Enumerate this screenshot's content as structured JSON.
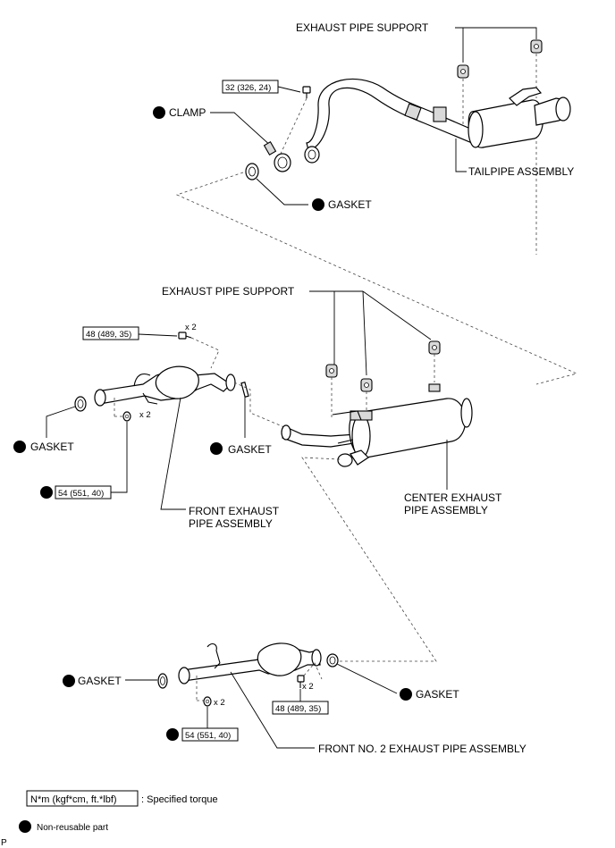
{
  "labels": {
    "exhaust_pipe_support_top": "EXHAUST PIPE SUPPORT",
    "clamp": "CLAMP",
    "tailpipe_assembly": "TAILPIPE ASSEMBLY",
    "gasket_top": "GASKET",
    "exhaust_pipe_support_mid": "EXHAUST PIPE SUPPORT",
    "gasket_left": "GASKET",
    "gasket_center": "GASKET",
    "front_exhaust_pipe_assembly_1": "FRONT EXHAUST",
    "front_exhaust_pipe_assembly_2": "PIPE ASSEMBLY",
    "center_exhaust_pipe_assembly_1": "CENTER EXHAUST",
    "center_exhaust_pipe_assembly_2": "PIPE ASSEMBLY",
    "gasket_bottom_left": "GASKET",
    "gasket_bottom_right": "GASKET",
    "front_no2_exhaust_pipe_assembly": "FRONT NO. 2 EXHAUST PIPE ASSEMBLY"
  },
  "torques": {
    "tailpipe_clamp": "32 (326, 24)",
    "front_bolt": "48 (489, 35)",
    "front_nut": "54 (551, 40)",
    "front2_bolt": "48 (489, 35)",
    "front2_nut": "54 (551, 40)"
  },
  "quantities": {
    "front_bolt": "x 2",
    "front_nut": "x 2",
    "front2_bolt": "x 2",
    "front2_nut": "x 2"
  },
  "legend": {
    "torque_unit": "N*m (kgf*cm, ft.*lbf)",
    "torque_desc": ": Specified torque",
    "nonreusable_desc": "Non-reusable part"
  },
  "corner_mark": "P",
  "icons": [
    "non-reusable-part-icon",
    "clamp-icon",
    "gasket-icon",
    "exhaust-pipe-support-icon",
    "bolt-icon",
    "nut-icon"
  ]
}
